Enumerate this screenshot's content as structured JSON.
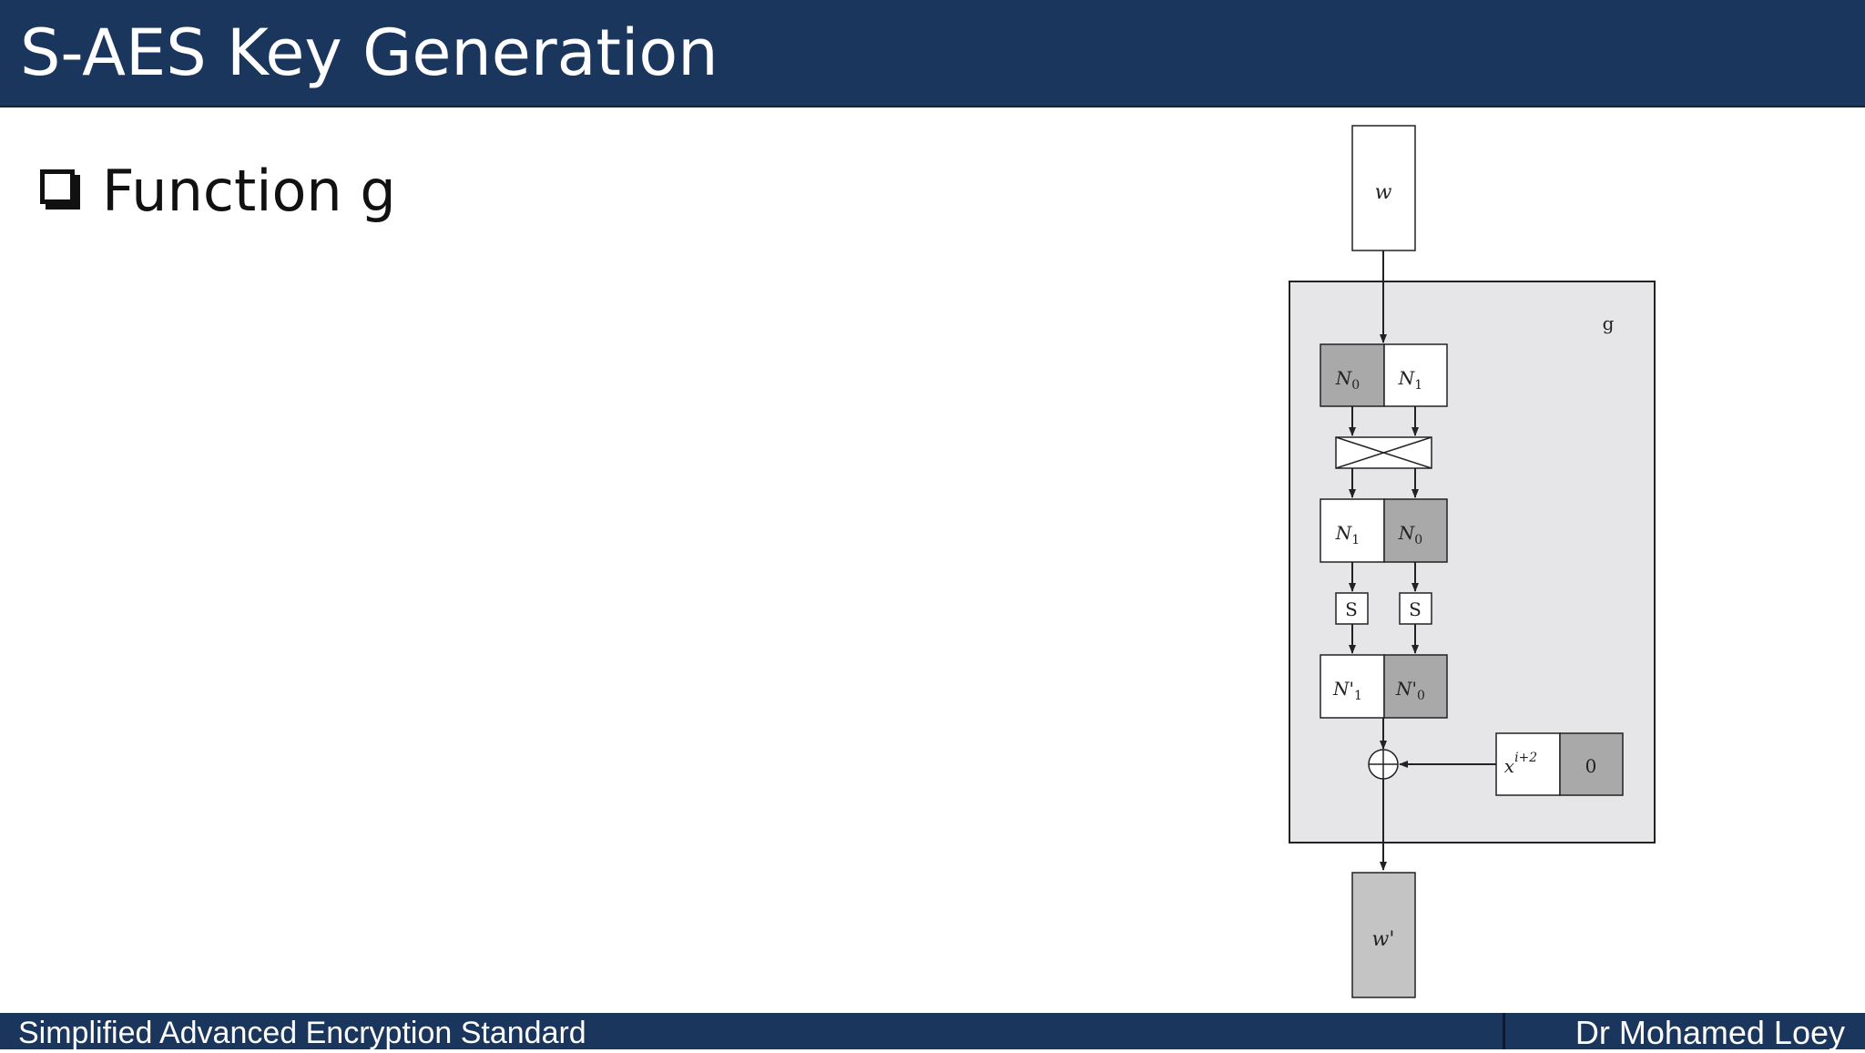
{
  "header": {
    "title": "S-AES  Key Generation"
  },
  "bullet": {
    "text": "Function g"
  },
  "diagram": {
    "input_label": "w",
    "function_label": "g",
    "top_left": {
      "base": "N",
      "sub": "0"
    },
    "top_right": {
      "base": "N",
      "sub": "1"
    },
    "mid_left": {
      "base": "N",
      "sub": "1"
    },
    "mid_right": {
      "base": "N",
      "sub": "0"
    },
    "sbox_left": "S",
    "sbox_right": "S",
    "bottom_left": {
      "base": "N'",
      "sub": "1"
    },
    "bottom_right": {
      "base": "N'",
      "sub": "0"
    },
    "rcon_left": {
      "base": "x",
      "sup": "i+2"
    },
    "rcon_right": "0",
    "output_label": "w'",
    "colors": {
      "shaded": "#a9a9a9",
      "panel": "#e6e6e8",
      "output": "#c4c4c4"
    }
  },
  "footer": {
    "left": "Simplified Advanced Encryption Standard",
    "right": "Dr Mohamed Loey"
  }
}
